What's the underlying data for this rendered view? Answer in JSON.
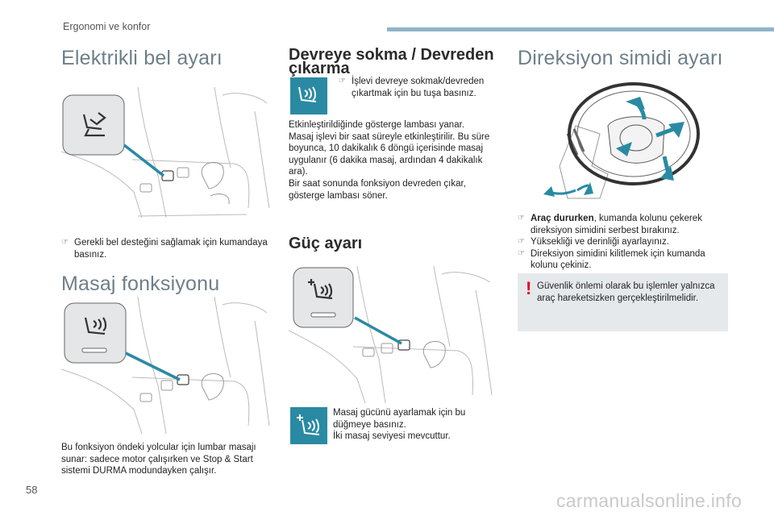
{
  "header": {
    "section": "Ergonomi ve konfor"
  },
  "col1": {
    "title": "Elektrikli bel ayarı",
    "bullet1": "Gerekli bel desteğini sağlamak için kumandaya basınız.",
    "massage_title": "Masaj fonksiyonu",
    "massage_text": "Bu fonksiyon öndeki yolcular için lumbar masajı sunar: sadece motor çalışırken ve Stop & Start sistemi DURMA modundayken çalışır."
  },
  "col2": {
    "title": "Devreye sokma / Devreden çıkarma",
    "bullet1": "İşlevi devreye sokmak/devreden çıkartmak için bu tuşa basınız.",
    "para1": "Etkinleştirildiğinde gösterge lambası yanar. Masaj işlevi bir saat süreyle etkinleştirilir. Bu süre boyunca, 10 dakikalık 6 döngü içerisinde masaj uygulanır (6 dakika masaj, ardından 4 dakikalık ara).",
    "para2": "Bir saat sonunda fonksiyon devreden çıkar, gösterge lambası söner.",
    "power_title": "Güç ayarı",
    "power_text1": "Masaj gücünü ayarlamak için bu düğmeye basınız.",
    "power_text2": "İki masaj seviyesi mevcuttur."
  },
  "col3": {
    "title": "Direksiyon simidi ayarı",
    "bullet1_bold": "Araç dururken",
    "bullet1_rest": ", kumanda kolunu çekerek direksiyon simidini serbest bırakınız.",
    "bullet2": "Yüksekliği ve derinliği ayarlayınız.",
    "bullet3": "Direksiyon simidini kilitlemek için kumanda kolunu çekiniz.",
    "warning": "Güvenlik önlemi olarak bu işlemler yalnızca araç hareketsizken gerçekleştirilmelidir."
  },
  "bullet_glyph": "",
  "footer": {
    "page": "58",
    "watermark": "carmanualsonline.info"
  },
  "colors": {
    "teal": "#2a8aa3",
    "header_bar": "#8fb4c6",
    "warning_red": "#e2001a",
    "warn_bg": "#e6e9ec"
  }
}
